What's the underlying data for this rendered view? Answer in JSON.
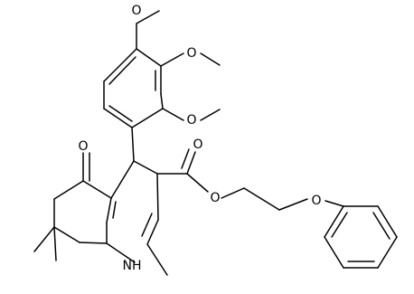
{
  "atom_labels": {
    "o_methoxy_top": "O",
    "o_methoxy_right_upper": "O",
    "o_methoxy_right_lower": "O",
    "o_ketone": "O",
    "o_ester_carbonyl": "O",
    "o_ester_single": "O",
    "o_phenoxy": "O",
    "nh": "NH"
  },
  "colors": {
    "bond": "#000000",
    "label": "#000000",
    "background": "#ffffff"
  }
}
